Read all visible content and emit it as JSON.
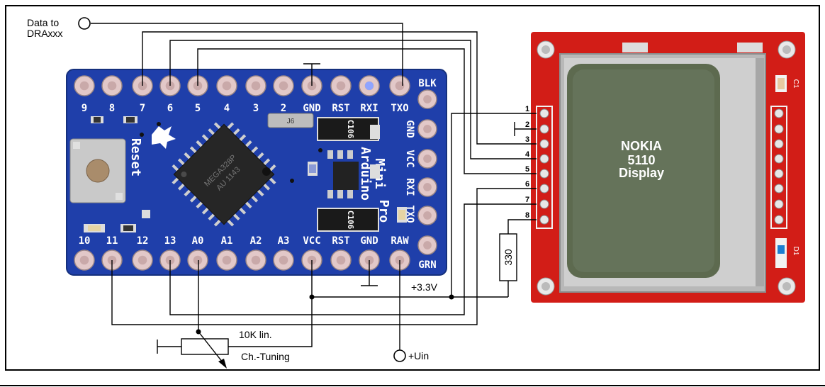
{
  "labels": {
    "data_out": [
      "Data to",
      "DRAxxx"
    ],
    "supply_rail": "+3.3V",
    "resistor": "330",
    "pot_value": "10K lin.",
    "pot_function": "Ch.-Tuning",
    "uin": "+Uin"
  },
  "arduino": {
    "name": "Arduino Mini Pro",
    "name_lines": [
      "Arduino",
      "Mini",
      "Pro"
    ],
    "reset": "Reset",
    "top_pins": [
      "9",
      "8",
      "7",
      "6",
      "5",
      "4",
      "3",
      "2",
      "GND",
      "RST",
      "RXI",
      "TXO"
    ],
    "bottom_pins": [
      "10",
      "11",
      "12",
      "13",
      "A0",
      "A1",
      "A2",
      "A3",
      "VCC",
      "RST",
      "GND",
      "RAW"
    ],
    "header_pins": [
      "GND",
      "VCC",
      "RXI",
      "TXO"
    ],
    "corner_top": "BLK",
    "corner_bottom": "GRN",
    "chip_marking": [
      "MEGA328P",
      "AU 1143"
    ],
    "cap_marking": "C106",
    "crystal_marking": "J6"
  },
  "display": {
    "title_lines": [
      "NOKIA",
      "5110",
      "Display"
    ],
    "pin_numbers": [
      "1",
      "2",
      "3",
      "4",
      "5",
      "6",
      "7",
      "8"
    ],
    "board_marks": [
      "C1",
      "D1"
    ]
  },
  "colors": {
    "pcb": "#1f3faa",
    "lcd_pcb": "#d21d17",
    "lcd_screen": "#5d6a4f",
    "wire": "#000000",
    "pad": "#e2c8c8"
  }
}
